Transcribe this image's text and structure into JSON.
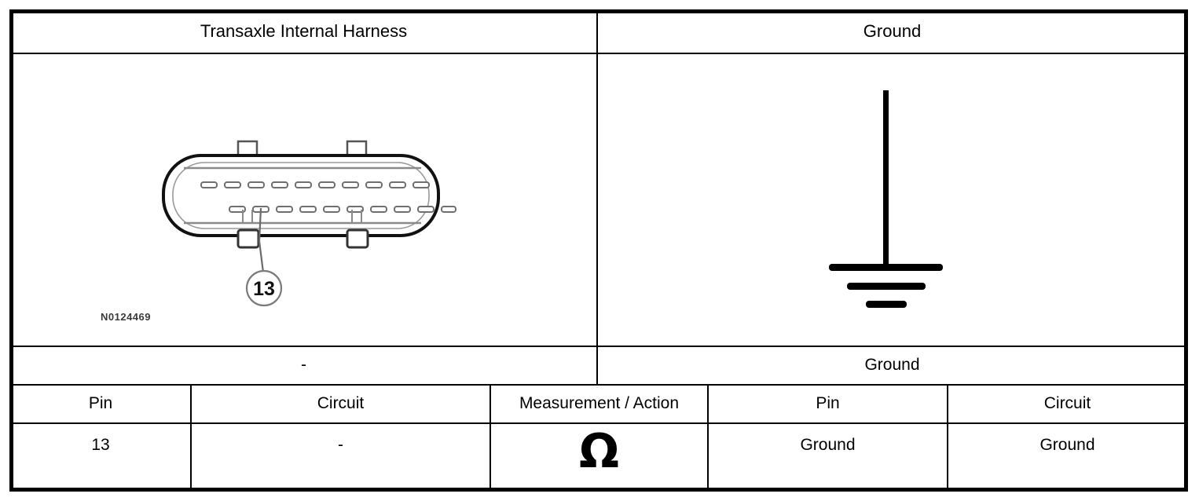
{
  "diagram": {
    "type": "continuity-test-table",
    "left_header": "Transaxle Internal Harness",
    "right_header": "Ground",
    "left_subheader": "-",
    "right_subheader": "Ground",
    "connector": {
      "part_number": "N0124469",
      "callout_pin": "13",
      "top_row_terminals": 10,
      "bottom_row_terminals": 10,
      "callout_terminal_index": 2,
      "mounting_tabs": 4
    },
    "ground_symbol": {
      "name": "chassis-ground",
      "bars": 3
    }
  },
  "table": {
    "columns": [
      "Pin",
      "Circuit",
      "Measurement / Action",
      "Pin",
      "Circuit"
    ],
    "rows": [
      {
        "pin_left": "13",
        "circuit_left": "-",
        "measurement": "Ω",
        "pin_right": "Ground",
        "circuit_right": "Ground"
      }
    ]
  },
  "colors": {
    "line": "#000000",
    "background": "#ffffff",
    "connector_outline": "#1a1a1a",
    "connector_inner": "#8a8a8a",
    "part_number": "#3a3a3a"
  }
}
